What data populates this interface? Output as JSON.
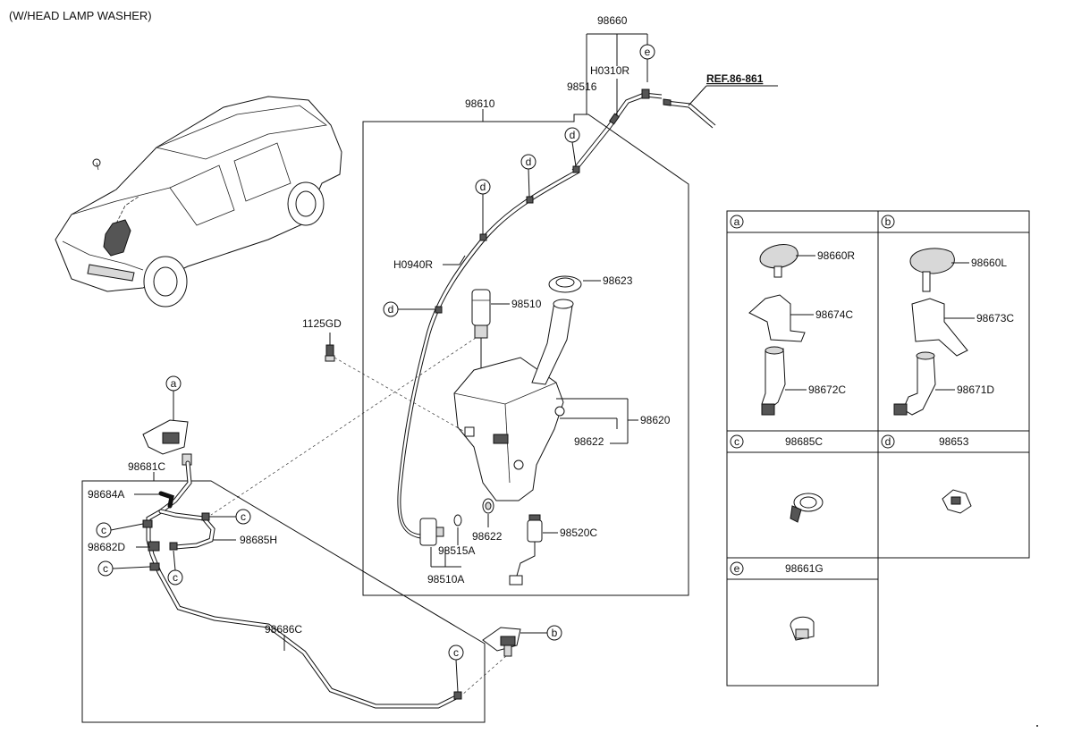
{
  "header": "(W/HEAD LAMP WASHER)",
  "ref": "REF.86-861",
  "parts": {
    "p98660": "98660",
    "pH0310R": "H0310R",
    "p98516": "98516",
    "p98610": "98610",
    "pH0940R": "H0940R",
    "p98623": "98623",
    "p98510": "98510",
    "p1125GD": "1125GD",
    "p98620": "98620",
    "p98622a": "98622",
    "p98622b": "98622",
    "p98520C": "98520C",
    "p98515A": "98515A",
    "p98510A": "98510A",
    "p98681C": "98681C",
    "p98684A": "98684A",
    "p98682D": "98682D",
    "p98685H": "98685H",
    "p98686C": "98686C"
  },
  "callouts": {
    "a": "a",
    "b": "b",
    "c": "c",
    "d": "d",
    "e": "e"
  },
  "detail_boxes": {
    "a": {
      "letter": "a",
      "parts": [
        "98660R",
        "98674C",
        "98672C"
      ]
    },
    "b": {
      "letter": "b",
      "parts": [
        "98660L",
        "98673C",
        "98671D"
      ]
    },
    "c": {
      "letter": "c",
      "title": "98685C"
    },
    "d": {
      "letter": "d",
      "title": "98653"
    },
    "e": {
      "letter": "e",
      "title": "98661G"
    }
  },
  "icons": [
    "car-outline-icon",
    "washer-reservoir-icon",
    "pump-motor-icon",
    "nozzle-icon",
    "hose-clip-icon"
  ]
}
